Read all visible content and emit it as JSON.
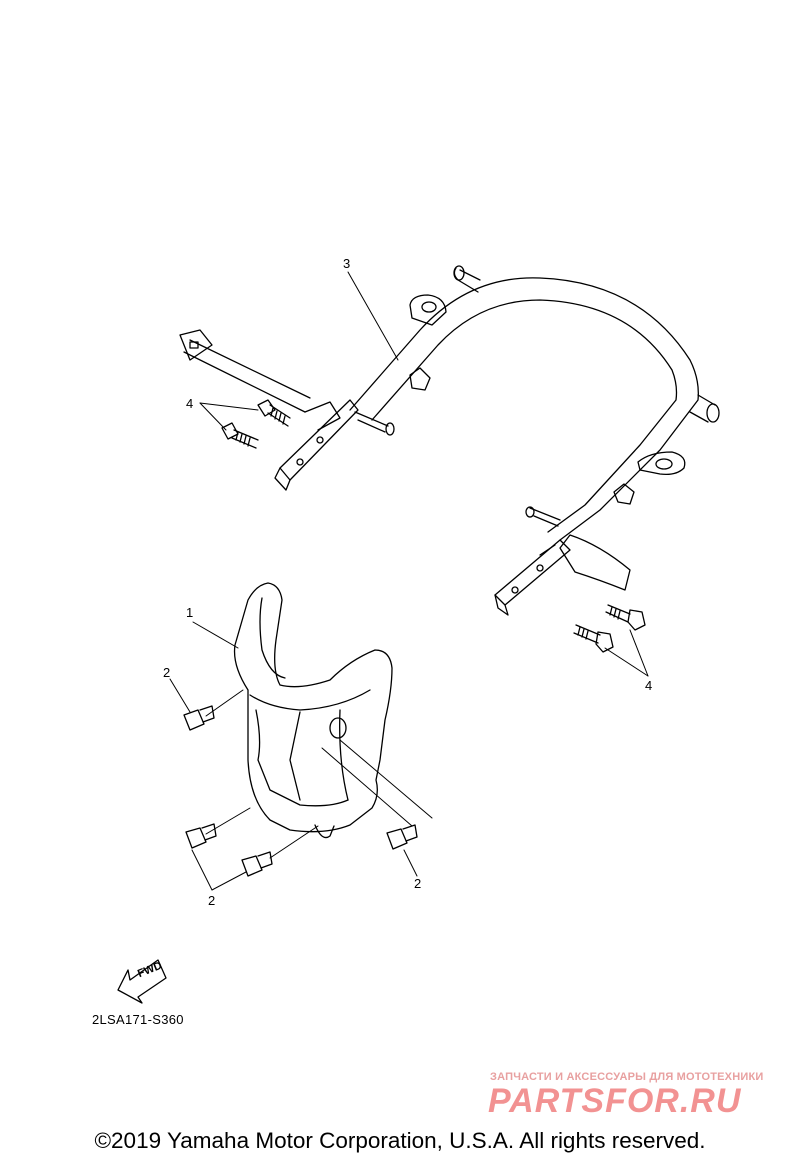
{
  "diagram": {
    "callouts": {
      "frame_stay": "3",
      "bolt_a_left": "4",
      "bolt_a_right": "4",
      "cowling": "1",
      "screw_left_top": "2",
      "screw_right": "2",
      "screw_bottom": "2"
    },
    "fwd_label": "FWD",
    "diagram_code": "2LSA171-S360"
  },
  "watermark": {
    "tagline": "ЗАПЧАСТИ И АКСЕССУАРЫ ДЛЯ МОТОТЕХНИКИ",
    "brand": "PARTSFOR.RU"
  },
  "footer": {
    "copyright": "©2019 Yamaha Motor Corporation, U.S.A. All rights reserved."
  }
}
